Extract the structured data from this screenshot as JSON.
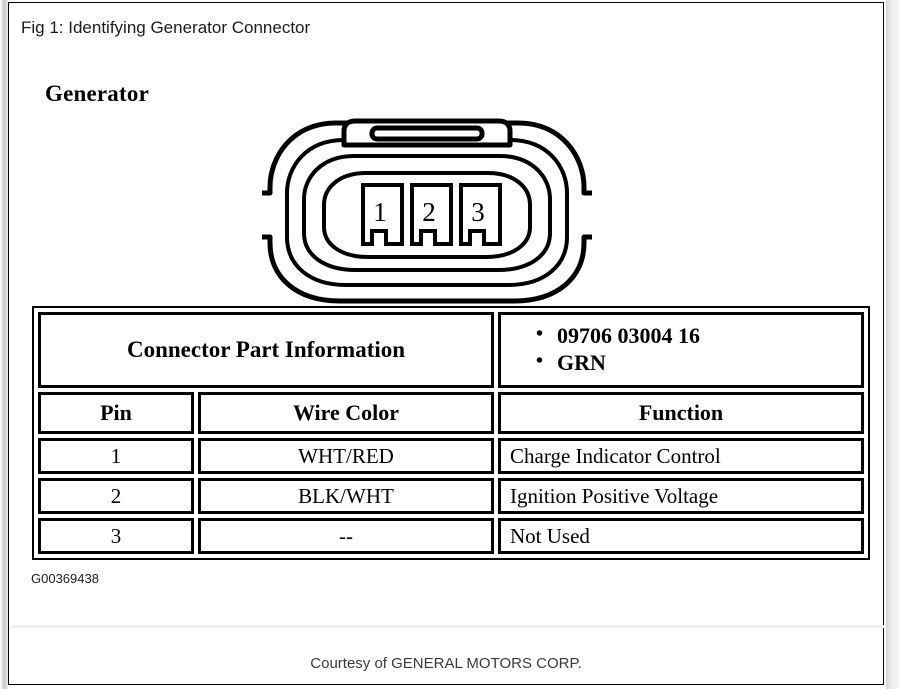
{
  "figure": {
    "title": "Fig 1: Identifying Generator Connector",
    "section_heading": "Generator",
    "image_code": "G00369438"
  },
  "connector": {
    "terminals": [
      {
        "number": "1"
      },
      {
        "number": "2"
      },
      {
        "number": "3"
      }
    ]
  },
  "table": {
    "part_info_label": "Connector Part Information",
    "part_info_values": [
      "09706 03004 16",
      "GRN"
    ],
    "headers": {
      "pin": "Pin",
      "wire_color": "Wire Color",
      "function": "Function"
    },
    "rows": [
      {
        "pin": "1",
        "wire_color": "WHT/RED",
        "function": "Charge Indicator Control"
      },
      {
        "pin": "2",
        "wire_color": "BLK/WHT",
        "function": "Ignition Positive Voltage"
      },
      {
        "pin": "3",
        "wire_color": "--",
        "function": "Not Used"
      }
    ]
  },
  "footer": {
    "courtesy": "Courtesy of GENERAL MOTORS CORP."
  },
  "colors": {
    "ink": "#000000",
    "page_background": "#ffffff",
    "gutter": "#c9c9c9"
  }
}
